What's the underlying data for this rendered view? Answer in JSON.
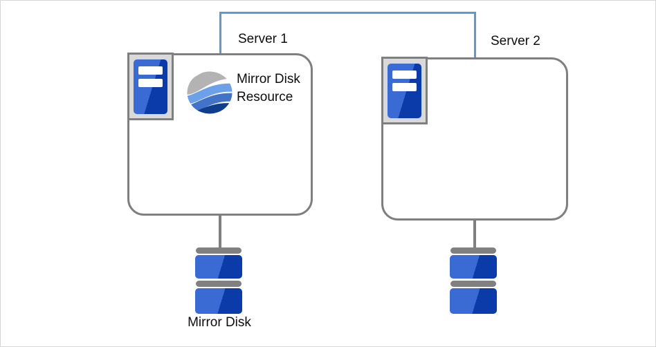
{
  "diagram": {
    "servers": [
      {
        "label": "Server 1",
        "icon": "server-tower-icon",
        "resource_label": "Mirror Disk Resource",
        "resource_icon": "wave-sphere-icon"
      },
      {
        "label": "Server 2",
        "icon": "server-tower-icon"
      }
    ],
    "disks": [
      {
        "label": "Mirror Disk",
        "icon": "disk-stack-icon"
      },
      {
        "label": "",
        "icon": "disk-stack-icon"
      }
    ],
    "interconnect": {
      "type": "mirror-connect-line"
    },
    "colors": {
      "interconnect_blue": "#5B9BD5",
      "outline_gray": "#7F7F7F",
      "icon_background_gray": "#D9D9D9",
      "disk_blue_light": "#3A6AD4",
      "disk_blue_dark": "#0A3BA8",
      "sphere_gray": "#B3B3B3",
      "sphere_blue_light": "#6CA0E8",
      "sphere_blue_mid": "#4273C8",
      "sphere_blue_dark": "#103E8E",
      "canvas_border": "#D6D6D6"
    }
  }
}
